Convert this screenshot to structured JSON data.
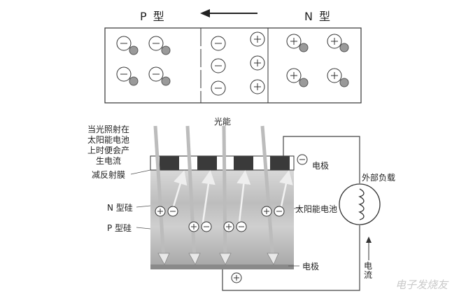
{
  "junction": {
    "p_label": "P 型",
    "n_label": "N 型"
  },
  "cell": {
    "light_label": "光能",
    "sunlight_note": [
      "当光照射在",
      "太阳能电池",
      "上时便会产",
      "生电流"
    ],
    "anti_reflection": "减反射膜",
    "n_silicon": "N 型硅",
    "p_silicon": "P 型硅",
    "electrode_top": "电极",
    "electrode_bottom": "电极",
    "solar_cell": "太阳能电池",
    "external_load": "外部负载",
    "current_label": "电流"
  },
  "watermark": "电子发烧友"
}
